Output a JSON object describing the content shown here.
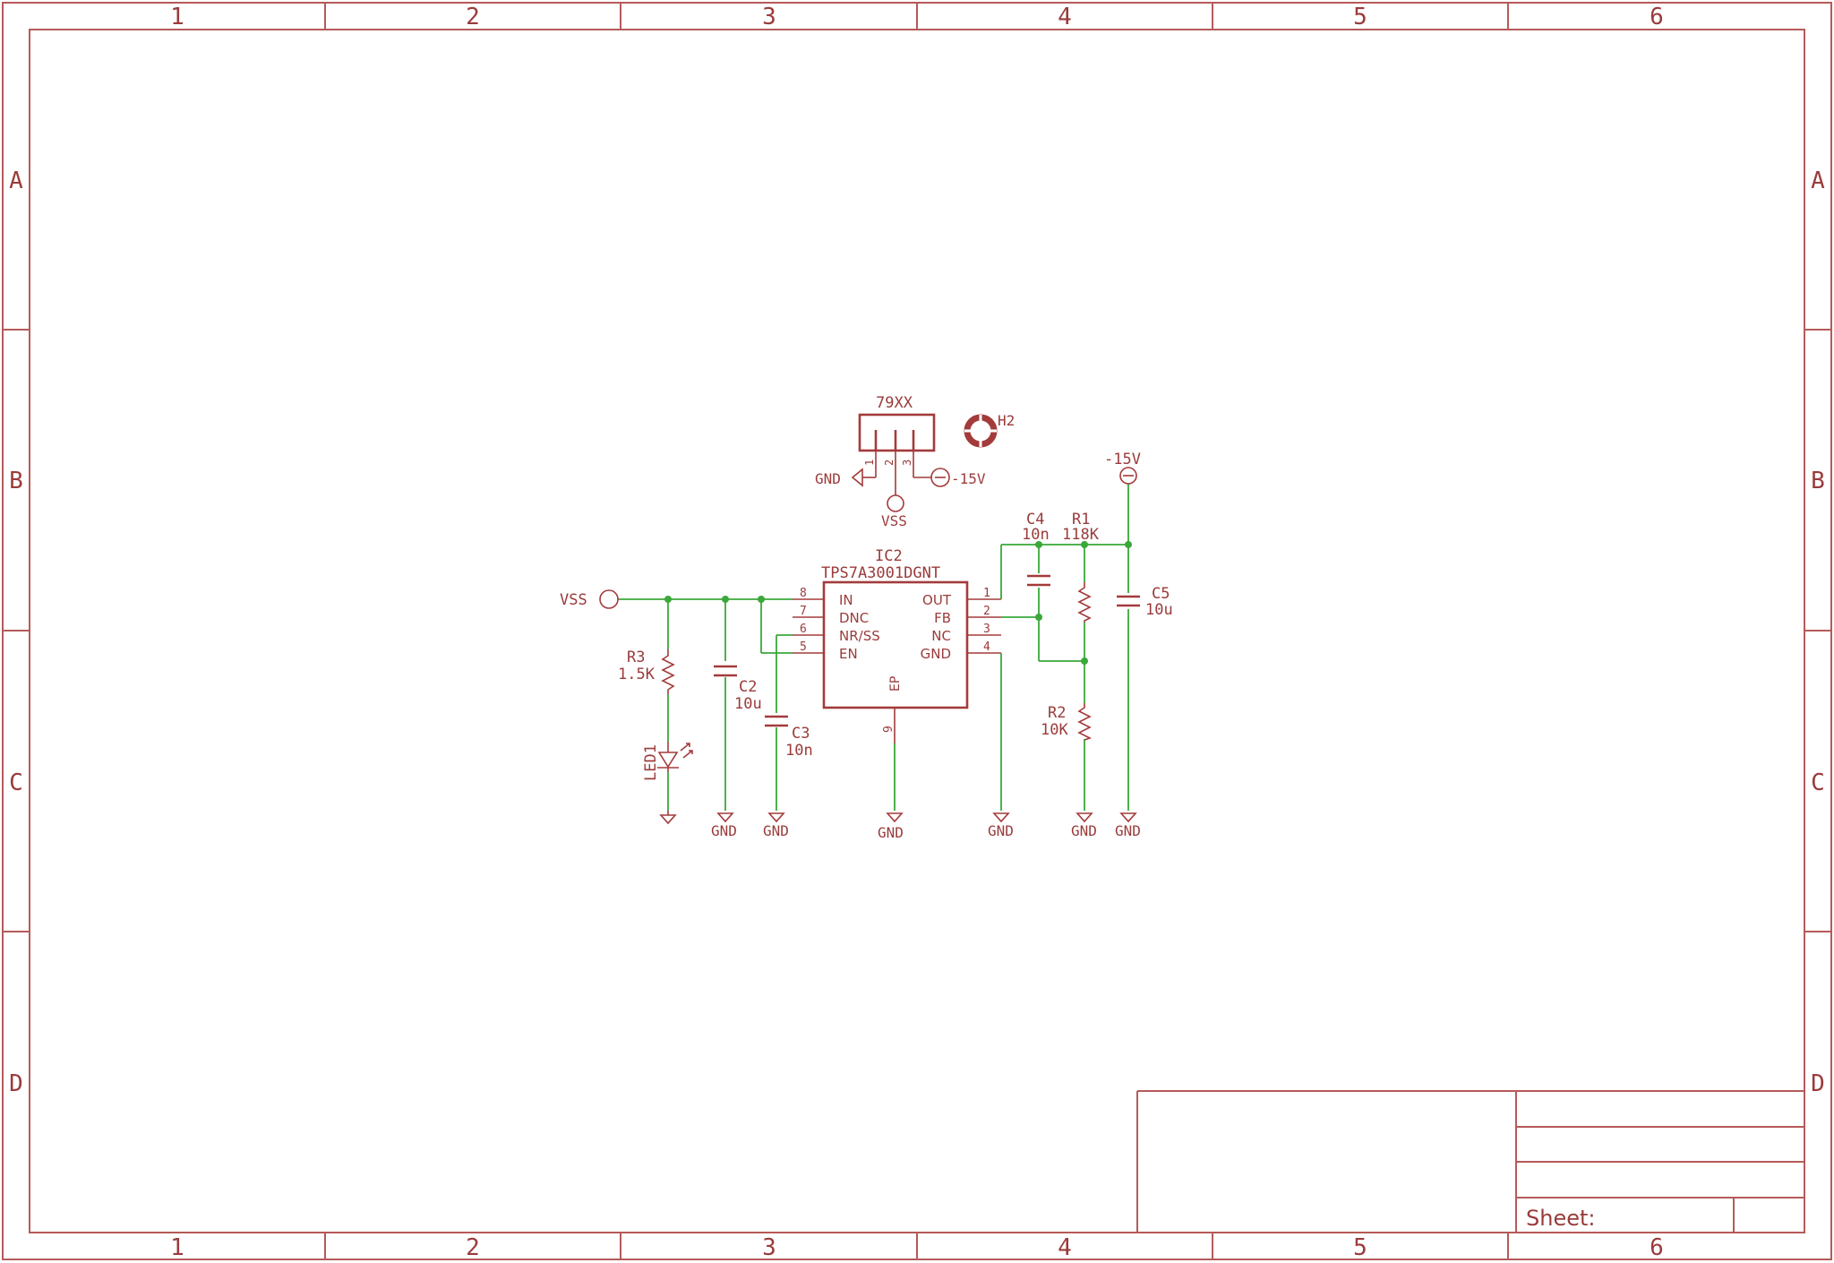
{
  "frame": {
    "columns": [
      "1",
      "2",
      "3",
      "4",
      "5",
      "6"
    ],
    "rows": [
      "A",
      "B",
      "C",
      "D"
    ],
    "title_block": {
      "sheet_label": "Sheet:"
    }
  },
  "regulator_79xx": {
    "name": "79XX",
    "pins": [
      "1",
      "2",
      "3"
    ],
    "pin1_net": "GND",
    "pin2_net": "VSS",
    "pin3_net": "-15V"
  },
  "mount_hole": {
    "name": "H2"
  },
  "ic2": {
    "ref": "IC2",
    "part": "TPS7A3001DGNT",
    "left_pins": [
      {
        "num": "8",
        "name": "IN"
      },
      {
        "num": "7",
        "name": "DNC"
      },
      {
        "num": "6",
        "name": "NR/SS"
      },
      {
        "num": "5",
        "name": "EN"
      }
    ],
    "right_pins": [
      {
        "num": "1",
        "name": "OUT"
      },
      {
        "num": "2",
        "name": "FB"
      },
      {
        "num": "3",
        "name": "NC"
      },
      {
        "num": "4",
        "name": "GND"
      }
    ],
    "ep_label": "EP",
    "ep_pin": "9"
  },
  "nets": {
    "vss": "VSS",
    "neg15": "-15V",
    "gnd": "GND"
  },
  "components": {
    "r3": {
      "ref": "R3",
      "value": "1.5K"
    },
    "led1": {
      "ref": "LED1"
    },
    "c2": {
      "ref": "C2",
      "value": "10u"
    },
    "c3": {
      "ref": "C3",
      "value": "10n"
    },
    "c4": {
      "ref": "C4",
      "value": "10n"
    },
    "r1": {
      "ref": "R1",
      "value": "118K"
    },
    "r2": {
      "ref": "R2",
      "value": "10K"
    },
    "c5": {
      "ref": "C5",
      "value": "10u"
    }
  }
}
